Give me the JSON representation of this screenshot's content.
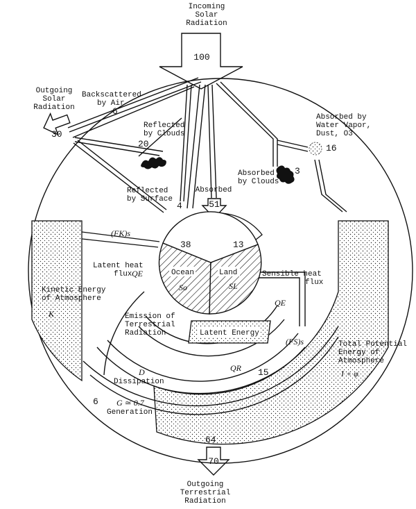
{
  "labels": {
    "incoming": [
      "Incoming",
      "Solar",
      "Radiation"
    ],
    "incoming_value": "100",
    "outgoing_solar": [
      "Outgoing",
      "Solar",
      "Radiation"
    ],
    "outgoing_solar_value": "30",
    "backscattered": [
      "Backscattered",
      "by Air"
    ],
    "backscattered_value": "6",
    "reflected_clouds": [
      "Reflected",
      "by Clouds"
    ],
    "reflected_clouds_value": "20",
    "reflected_surface": [
      "Reflected",
      "by Surface"
    ],
    "reflected_surface_value": "4",
    "absorbed": "Absorbed",
    "absorbed_value": "51",
    "absorbed_clouds": [
      "Absorbed",
      "by Clouds"
    ],
    "absorbed_clouds_value": "3",
    "absorbed_vapor": [
      "Absorbed by",
      "Water Vapor,",
      "Dust, O3"
    ],
    "absorbed_vapor_value": "16",
    "ocean_in": "38",
    "land_in": "13",
    "ocean": "Ocean",
    "ocean_sym": "So",
    "land": "Land",
    "land_sym": "SL",
    "fk": "(FK)s",
    "latent_heat_flux": [
      "Latent heat",
      "flux"
    ],
    "qe_left": "QE",
    "qe_right": "QE",
    "sensible_heat_flux": [
      "Sensible heat",
      "flux"
    ],
    "kinetic_energy": [
      "Kinetic Energy",
      "of Atmosphere"
    ],
    "kinetic_sym": "K",
    "emission": [
      "Emission of",
      "Terrestrial",
      "Radiation"
    ],
    "latent_energy": "Latent Energy",
    "fs": "(FS)s",
    "total_potential": [
      "Total Potential",
      "Energy of",
      "Atmosphere"
    ],
    "total_potential_sym": "I + φ",
    "qr": "QR",
    "fifteen": "15",
    "d_sym": "D",
    "dissipation": "Dissipation",
    "six": "6",
    "g_value": "G ≃ 0.7",
    "generation": "Generation",
    "sixtyfour": "64",
    "outgoing_terrestrial_value": "70",
    "outgoing_terrestrial": [
      "Outgoing",
      "Terrestrial",
      "Radiation"
    ]
  }
}
